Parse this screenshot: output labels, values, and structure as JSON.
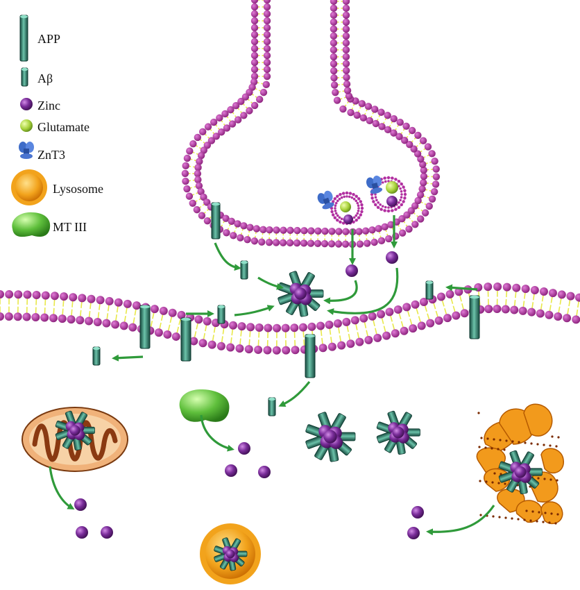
{
  "legend": [
    {
      "key": "app",
      "label": "APP",
      "icon": "app-rod-icon"
    },
    {
      "key": "abeta",
      "label": "Aβ",
      "icon": "abeta-rod-icon"
    },
    {
      "key": "zinc",
      "label": "Zinc",
      "icon": "zinc-sphere-icon"
    },
    {
      "key": "glutamate",
      "label": "Glutamate",
      "icon": "glutamate-sphere-icon"
    },
    {
      "key": "znt3",
      "label": "ZnT3",
      "icon": "znt3-transporter-icon"
    },
    {
      "key": "lysosome",
      "label": "Lysosome",
      "icon": "lysosome-icon"
    },
    {
      "key": "mt3",
      "label": "MT III",
      "icon": "mt3-blob-icon"
    }
  ],
  "colors": {
    "lipid_head": "#a0288f",
    "lipid_tail": "#e8e84a",
    "rod_dark": "#1f5a4d",
    "rod_light": "#5fb39c",
    "zinc": "#7a2d9a",
    "glutamate": "#a8d23c",
    "arrow": "#2f9a3a",
    "lysosome": "#f2a31c",
    "mt3": "#5fbf3c",
    "mito": "#b0561e",
    "golgi": "#f29a1c"
  }
}
